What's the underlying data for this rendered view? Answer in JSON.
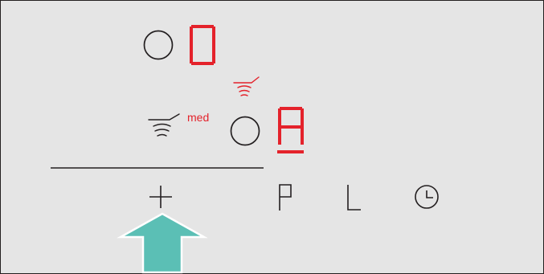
{
  "zone_top": {
    "display_digit": "0",
    "display_color": "#e4222b"
  },
  "zone_bottom": {
    "display_digit": "A",
    "display_color": "#e4222b",
    "frying_sensor_level": "med"
  },
  "controls": {
    "plus_symbol": "+",
    "letter_p": "P",
    "letter_l": "L",
    "timer_icon": "clock-icon"
  },
  "indicator": {
    "arrow_color": "#5bbfb5",
    "arrow_direction": "up"
  },
  "colors": {
    "panel_background": "#e5e5e5",
    "panel_border": "#231f20",
    "symbol_dark": "#231f20",
    "display_red": "#e4222b"
  }
}
